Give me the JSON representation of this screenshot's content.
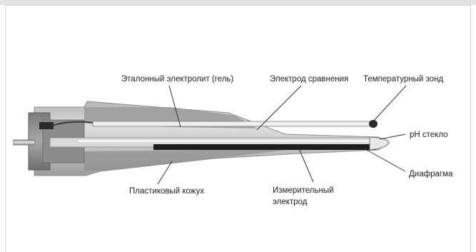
{
  "labels": {
    "reference_electrolyte": "Эталонный электролит (гель)",
    "reference_electrode": "Электрод сравнения",
    "temperature_probe": "Температурный зонд",
    "ph_glass": "pH стекло",
    "diaphragm": "Диафрагма",
    "plastic_housing": "Пластиковый кожух",
    "measuring_electrode_line1": "Измерительный",
    "measuring_electrode_line2": "электрод"
  },
  "colors": {
    "body_light": "#c9c9c9",
    "body_mid": "#a9a9a9",
    "body_dark": "#6b6b6b",
    "electrode_black": "#1c1c1c",
    "leader_line": "#333333"
  }
}
